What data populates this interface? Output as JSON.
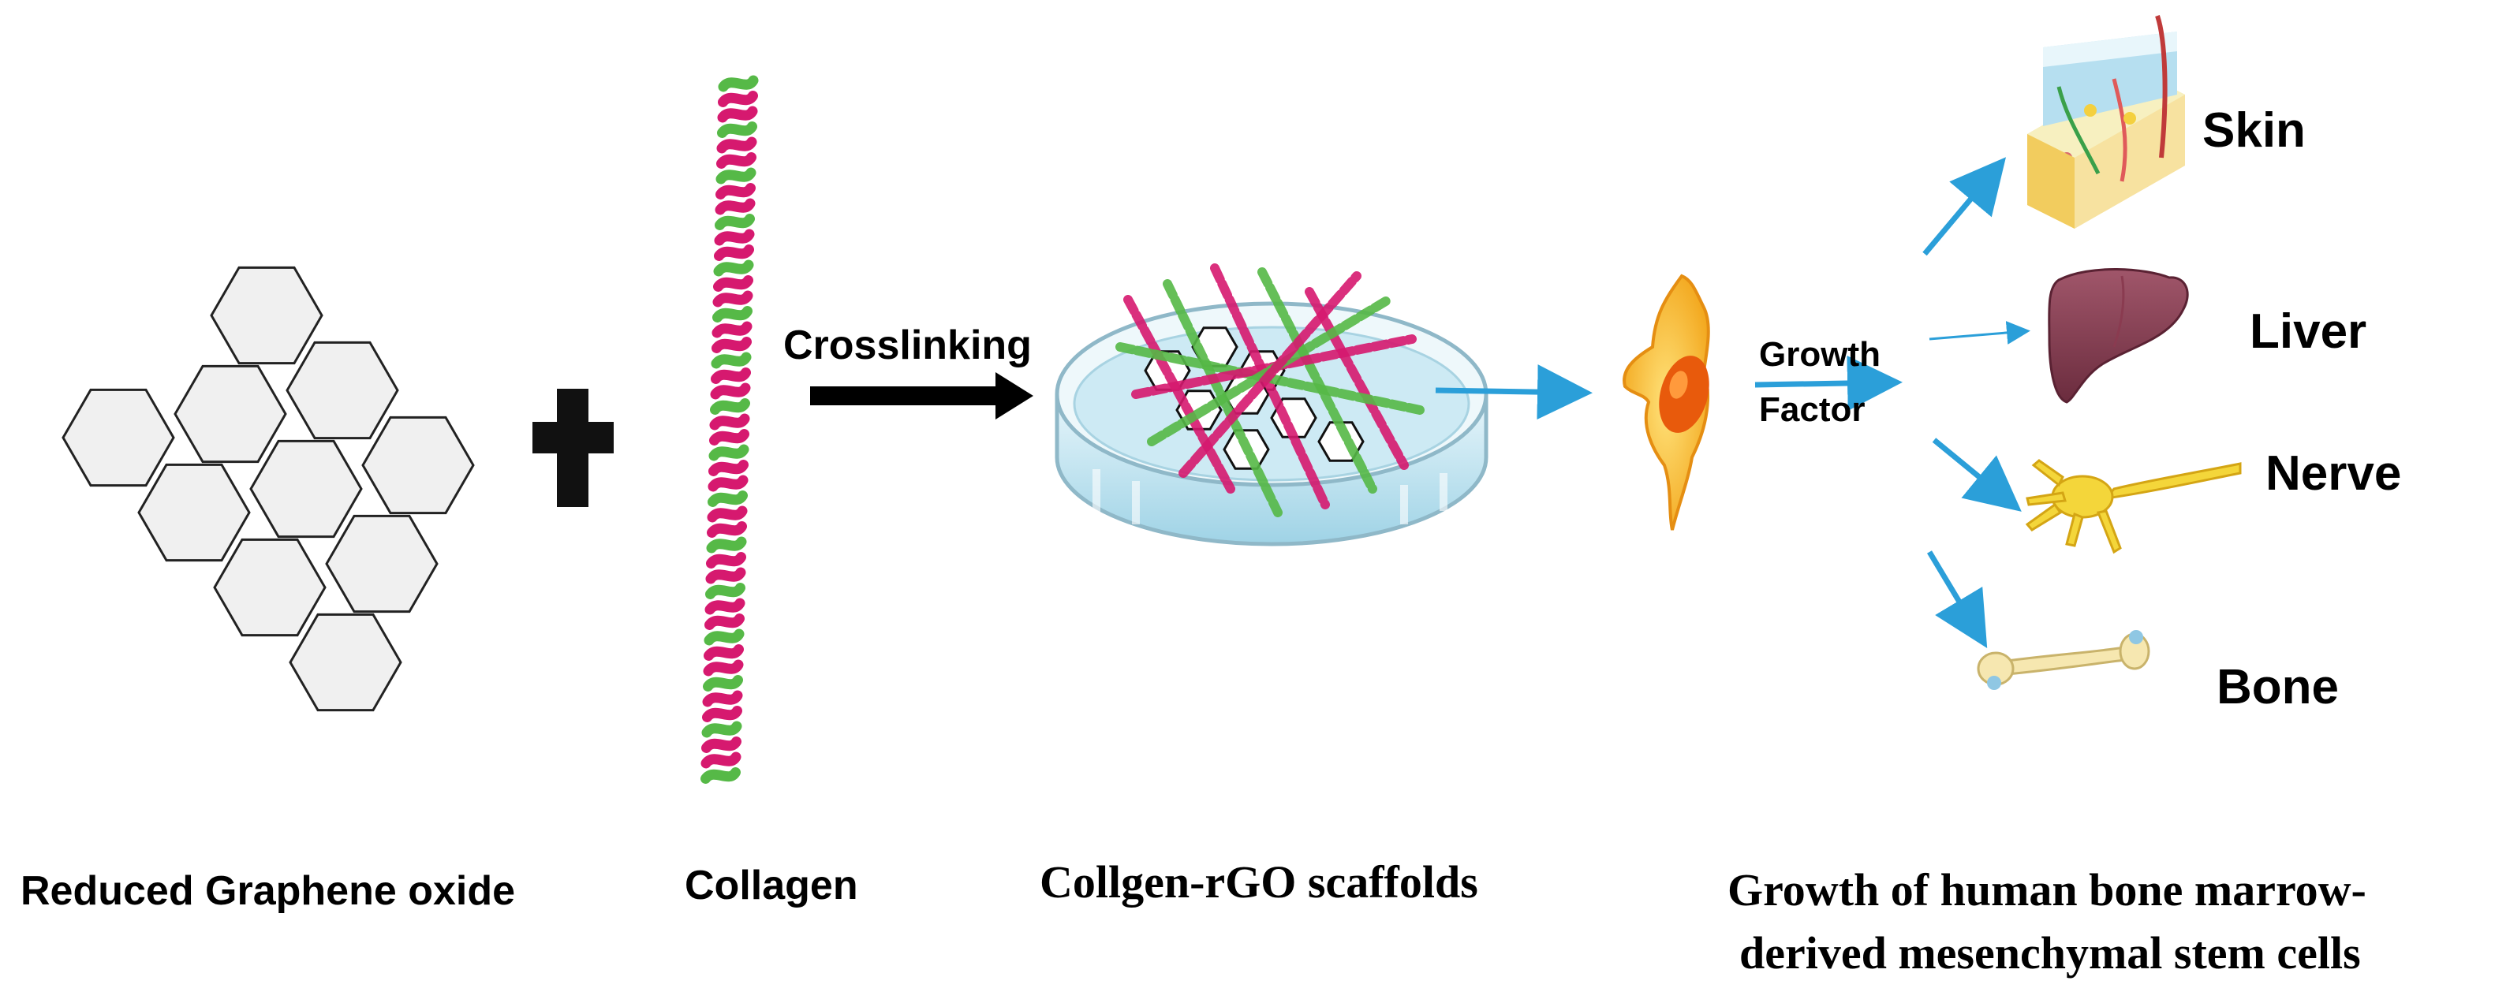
{
  "labels": {
    "rgo": "Reduced Graphene oxide",
    "collagen": "Collagen",
    "crosslinking": "Crosslinking",
    "scaffold": "Collgen-rGO scaffolds",
    "growth_line1": "Growth",
    "growth_line2": "Factor",
    "outcome_line1": "Growth of human bone marrow-",
    "outcome_line2": "derived mesenchymal stem cells"
  },
  "targets": {
    "skin": "Skin",
    "liver": "Liver",
    "nerve": "Nerve",
    "bone": "Bone"
  },
  "colors": {
    "arrow": "#2b9fd9",
    "black_arrow": "#000000",
    "hex_fill": "#f0f0f0",
    "collagen_pink": "#d6196f",
    "collagen_green": "#56b947",
    "dish": "#bfe3ef",
    "cell": "#f5c43a",
    "liver": "#7e3a4c",
    "nerve": "#f4d63a",
    "bone": "#f6e7b0"
  },
  "icons": [
    "graphene-hexagon-sheet",
    "plus-icon",
    "collagen-helix",
    "petri-dish",
    "stem-cell",
    "skin-icon",
    "liver-icon",
    "nerve-icon",
    "bone-icon"
  ]
}
